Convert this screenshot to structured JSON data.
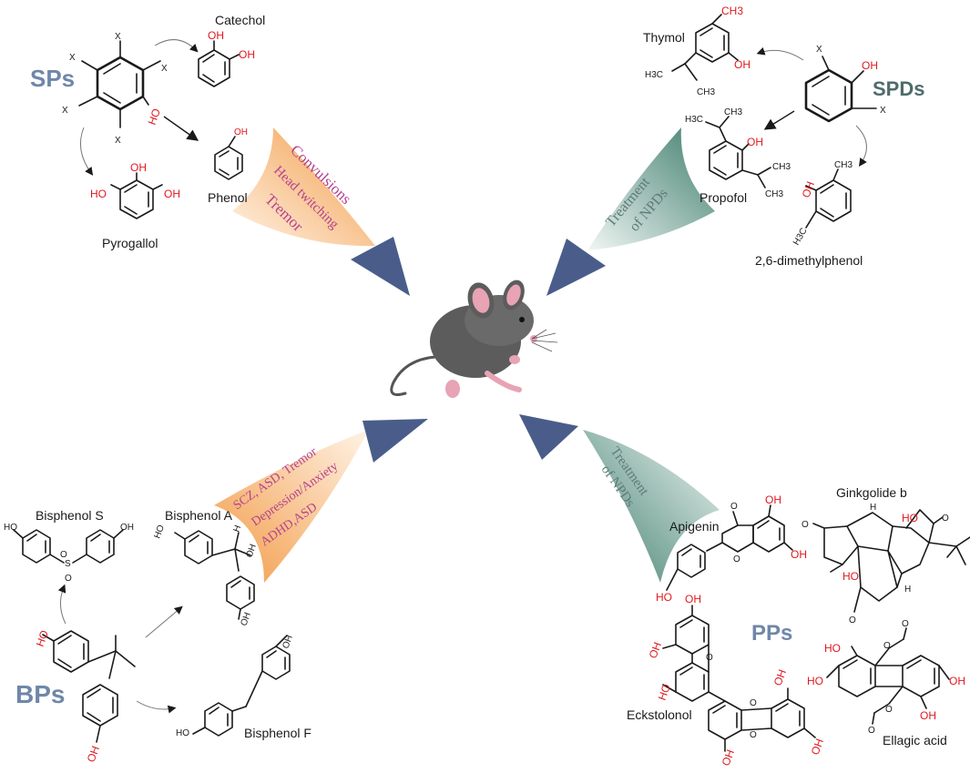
{
  "groups": {
    "sp": "SPs",
    "spd": "SPDs",
    "bp": "BPs",
    "pp": "PPs"
  },
  "compounds": {
    "catechol": "Catechol",
    "phenol": "Phenol",
    "pyrogallol": "Pyrogallol",
    "thymol": "Thymol",
    "propofol": "Propofol",
    "dimethylphenol": "2,6-dimethylphenol",
    "bisphenol_s": "Bisphenol S",
    "bisphenol_a": "Bisphenol A",
    "bisphenol_f": "Bisphenol F",
    "apigenin": "Apigenin",
    "ginkgolide": "Ginkgolide b",
    "eckstolonol": "Eckstolonol",
    "ellagic": "Ellagic acid"
  },
  "effects": {
    "sp": [
      "Convulsions",
      "Head twitching",
      "Tremor"
    ],
    "bp": [
      "SCZ, ASD, Tremor",
      "Depression/Anxiety",
      "ADHD,ASD"
    ],
    "spd": [
      "Treatment",
      "of NPDs"
    ],
    "pp": [
      "Treatment",
      "of NPDs"
    ]
  },
  "atoms": {
    "oh": "OH",
    "ho": "HO",
    "x": "X",
    "ch3": "CH3",
    "h3c": "H3C",
    "o": "O",
    "s": "S",
    "h": "H"
  },
  "colors": {
    "orange": "#f0a050",
    "teal": "#4e8a78",
    "arrow": "#4a5d8a",
    "red": "#e0191f",
    "mouse": "#5c5c5c"
  }
}
